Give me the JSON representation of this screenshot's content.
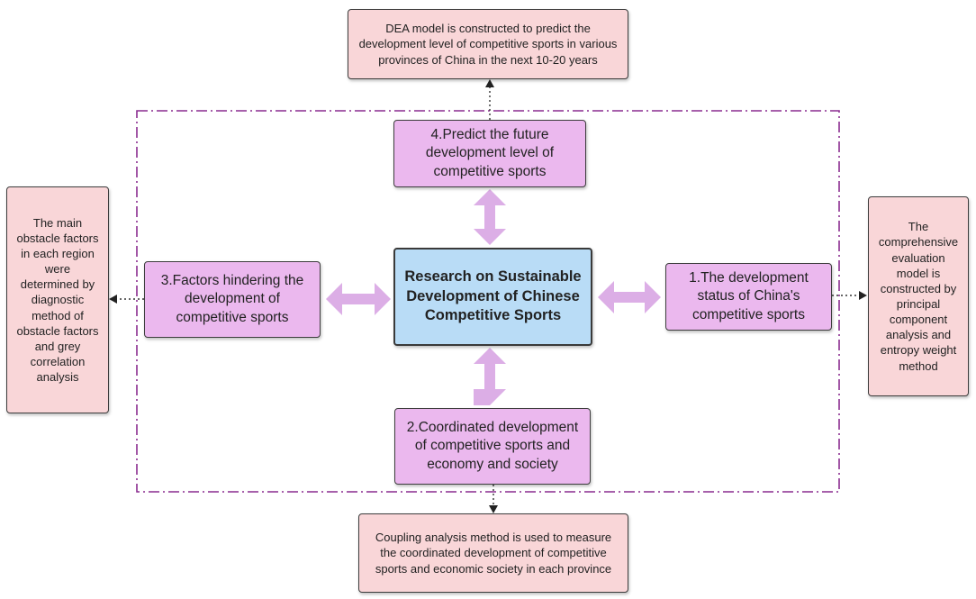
{
  "diagram": {
    "center": {
      "text": "Research on Sustainable Development of Chinese Competitive Sports"
    },
    "steps": {
      "top": {
        "text": "4.Predict the future development level of competitive sports"
      },
      "left": {
        "text": "3.Factors hindering the development of competitive sports"
      },
      "right": {
        "text": "1.The development status of China's competitive sports"
      },
      "bottom": {
        "text": "2.Coordinated development of competitive sports and economy and society"
      }
    },
    "methods": {
      "top": {
        "text": "DEA model is constructed to predict the development level of competitive sports in various provinces of China in the next 10-20 years"
      },
      "left": {
        "text": "The main obstacle factors in each region were determined by diagnostic method of obstacle factors and grey correlation analysis"
      },
      "right": {
        "text": "The comprehensive evaluation model is constructed by principal component analysis and entropy weight method"
      },
      "bottom": {
        "text": "Coupling analysis method is used to measure the coordinated development of competitive sports and economic society in each province"
      }
    },
    "colors": {
      "method_fill": "#f9d6d8",
      "step_fill": "#ebb8ee",
      "center_fill": "#b9dcf6",
      "double_arrow": "#dcaee6",
      "frame": "#8a2c8f"
    }
  }
}
